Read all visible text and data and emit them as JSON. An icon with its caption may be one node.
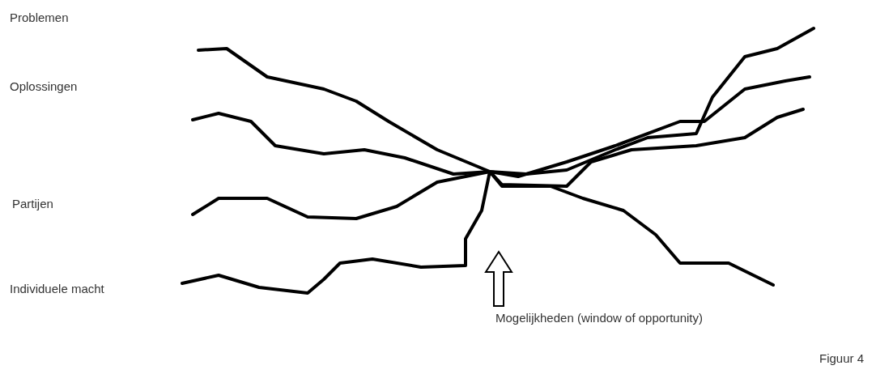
{
  "diagram": {
    "labels": [
      "Problemen",
      "Oplossingen",
      "Partijen",
      "Individuele macht",
      "Mogelijkheden (window of opportunity)",
      "Figuur 4"
    ]
  }
}
